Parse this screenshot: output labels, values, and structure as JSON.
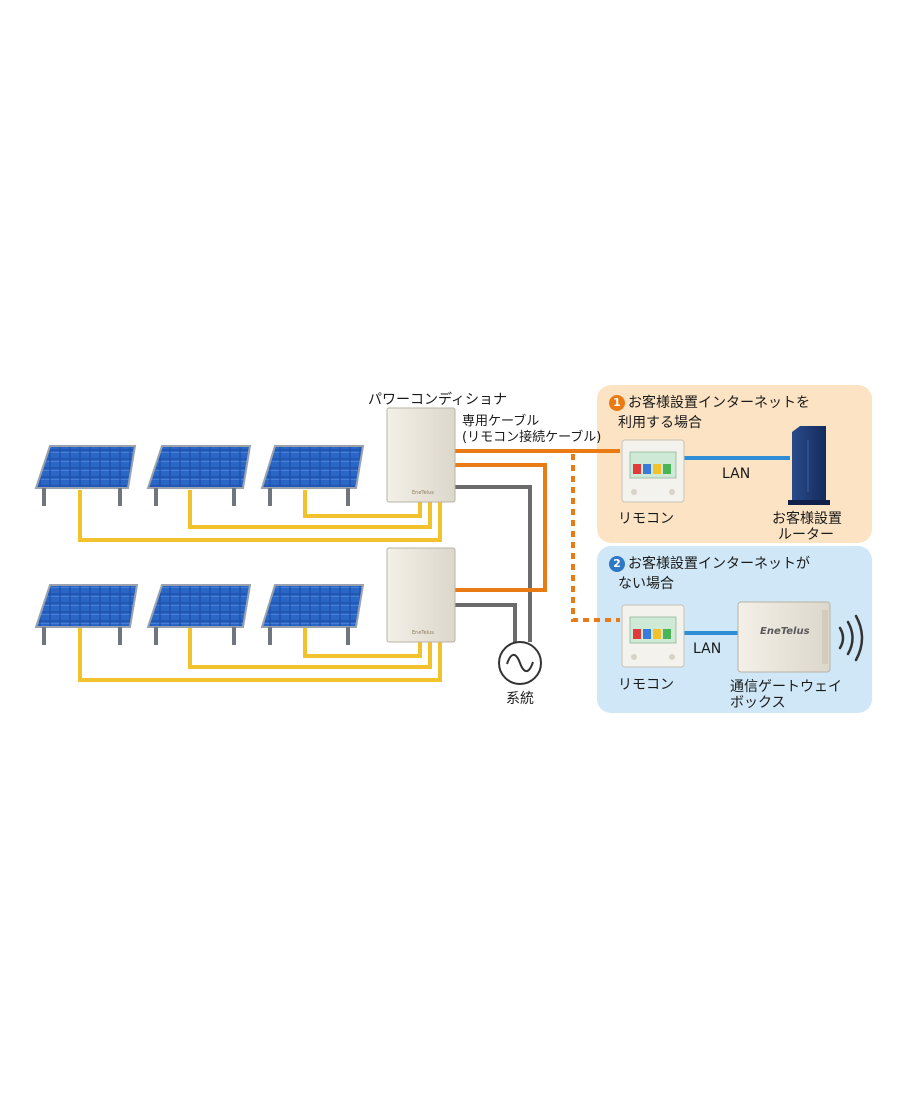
{
  "colors": {
    "panel_blue": "#1d4fa8",
    "pv_cable": "#f2c22c",
    "dedicated_cable": "#ea7b14",
    "grid_cable": "#6b6b6b",
    "lan": "#2e8fd6",
    "case1_bg": "#fbe3c4",
    "case2_bg": "#cfe7f6",
    "badge1": "#ea7b14",
    "badge2": "#2e78c8"
  },
  "pcs": {
    "label": "パワーコンディショナ"
  },
  "cable": {
    "line1": "専用ケーブル",
    "line2": "(リモコン接続ケーブル)"
  },
  "grid": {
    "label": "系統"
  },
  "case1": {
    "number": "1",
    "title_line1": "お客様設置インターネットを",
    "title_line2": "利用する場合",
    "remote_label": "リモコン",
    "lan_label": "LAN",
    "router_line1": "お客様設置",
    "router_line2": "ルーター"
  },
  "case2": {
    "number": "2",
    "title_line1": "お客様設置インターネットが",
    "title_line2": "ない場合",
    "remote_label": "リモコン",
    "lan_label": "LAN",
    "gateway_line1": "通信ゲートウェイ",
    "gateway_line2": "ボックス",
    "gateway_logo": "EneTelus"
  },
  "icons": [
    "solar-panel-icon",
    "power-conditioner-icon",
    "ac-source-icon",
    "remote-controller-icon",
    "router-icon",
    "gateway-box-icon",
    "wireless-signal-icon"
  ]
}
